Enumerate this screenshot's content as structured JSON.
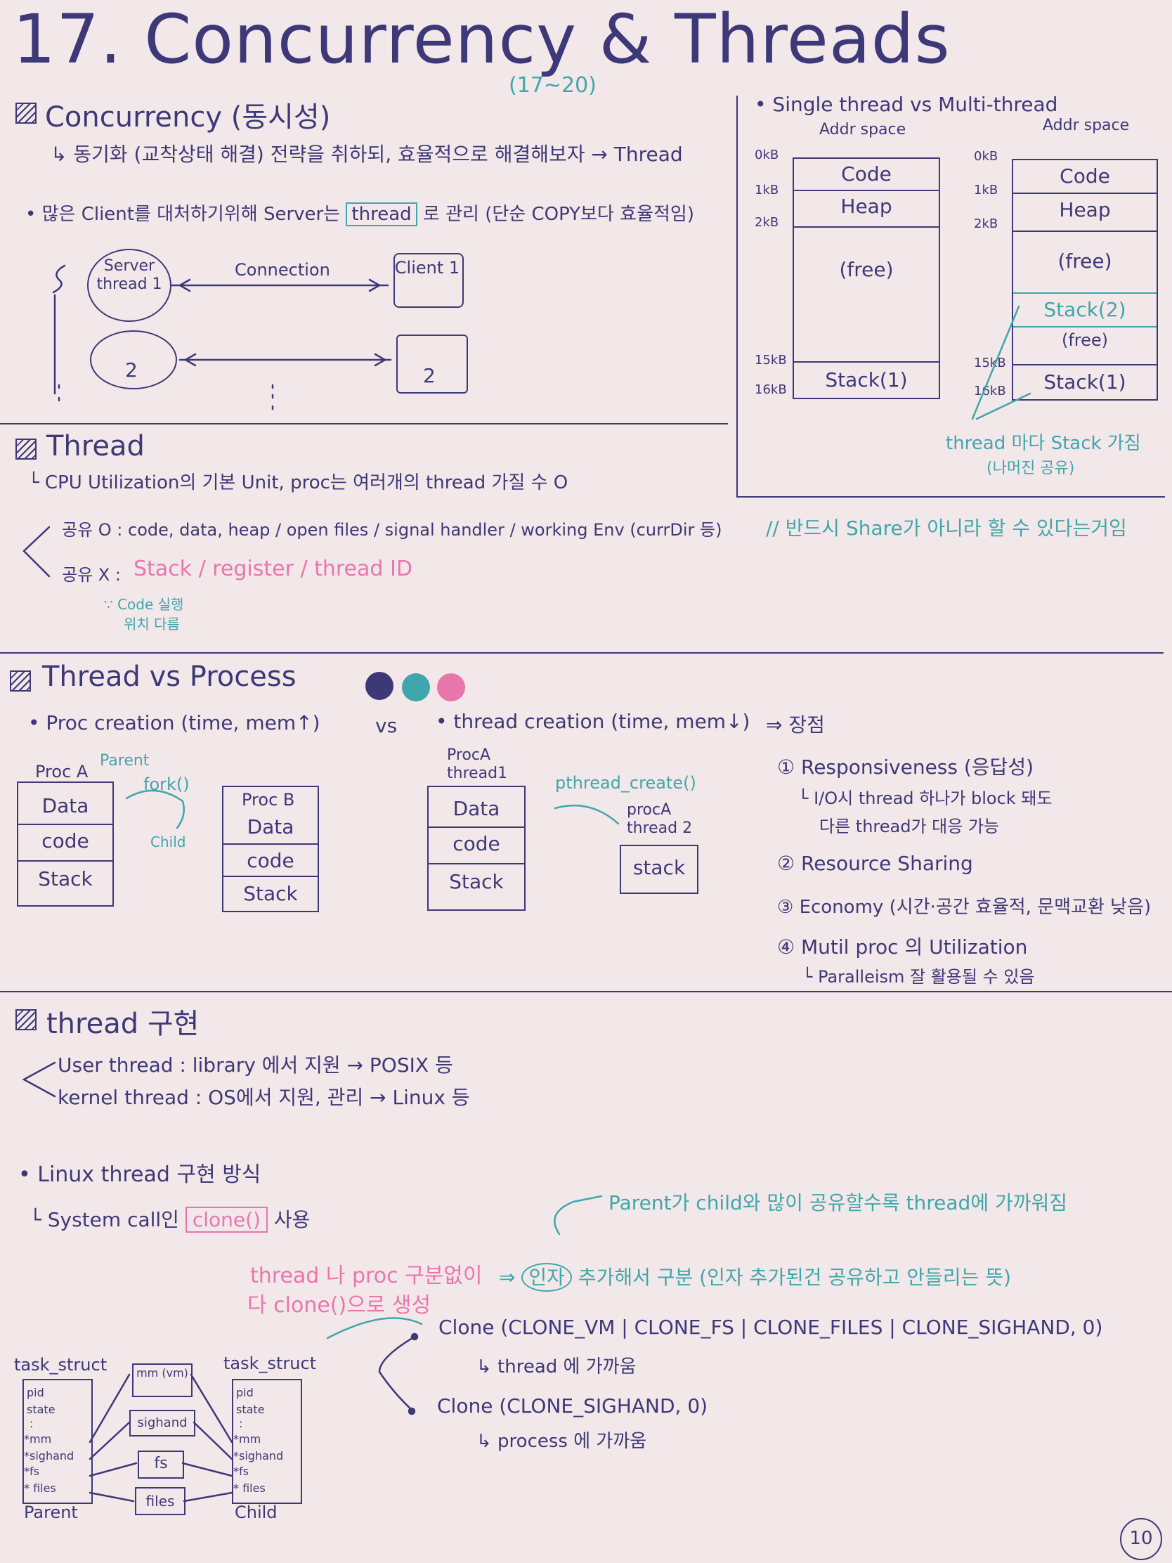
{
  "title": {
    "main": "17. Concurrency & Threads",
    "pages": "(17~20)"
  },
  "concurrency": {
    "heading": "Concurrency (동시성)",
    "line1": "↳ 동기화 (교착상태 해결) 전략을 취하되, 효율적으로 해결해보자 → Thread",
    "line2_pre": "• 많은 Client를 대처하기위해 Server는",
    "line2_box": "thread",
    "line2_post": "로 관리 (단순 COPY보다 효율적임)",
    "server1": "Server thread 1",
    "connection": "Connection",
    "client1": "Client 1",
    "server2": "2",
    "client2": "2"
  },
  "addr": {
    "header": "• Single thread   vs   Multi-thread",
    "single_title": "Addr space",
    "multi_title": "Addr space",
    "labels": [
      "0kB",
      "1kB",
      "2kB",
      "15kB",
      "16kB"
    ],
    "single_cells": [
      "Code",
      "Heap",
      "(free)",
      "Stack(1)"
    ],
    "multi_cells": [
      "Code",
      "Heap",
      "(free)",
      "Stack(2)",
      "(free)",
      "Stack(1)"
    ],
    "note1": "thread 마다 Stack 가짐",
    "note2": "(나머진 공유)"
  },
  "thread": {
    "heading": "Thread",
    "line1": "└ CPU Utilization의 기본 Unit, proc는 여러개의 thread 가질 수 O",
    "share_o": "공유 O : code, data, heap / open files / signal handler / working Env (currDir 등)",
    "share_note": "// 반드시 Share가 아니라 할 수 있다는거임",
    "share_x": "공유 X :",
    "share_x_items": "Stack / register / thread ID",
    "share_x_note1": "∵ Code 실행",
    "share_x_note2": "위치 다름"
  },
  "tvp": {
    "heading": "Thread vs Process",
    "colors": [
      "#3d3877",
      "#3fa6ab",
      "#e876ad"
    ],
    "proc_creation": "• Proc creation (time, mem↑)",
    "vs": "vs",
    "thread_creation": "• thread creation (time, mem↓)",
    "merit": "⇒ 장점",
    "procA": "Proc A",
    "parent": "Parent",
    "fork": "fork()",
    "child": "Child",
    "procB": "Proc B",
    "cells": [
      "Data",
      "code",
      "Stack"
    ],
    "procA_thread1": "ProcA thread1",
    "pthread": "pthread_create()",
    "procA_thread2": "procA thread 2",
    "stack": "stack",
    "m1": "① Responsiveness (응답성)",
    "m1a": "└ I/O시 thread 하나가 block 돼도",
    "m1b": "다른 thread가 대응 가능",
    "m2": "② Resource Sharing",
    "m3": "③ Economy (시간·공간 효율적, 문맥교환 낮음)",
    "m4": "④ Mutil proc 의 Utilization",
    "m4a": "└ Paralleism 잘 활용될 수 있음"
  },
  "impl": {
    "heading": "thread 구현",
    "user": "User thread : library 에서 지원 → POSIX 등",
    "kernel": "kernel thread : OS에서 지원, 관리 → Linux 등",
    "linux": "• Linux thread 구현 방식",
    "syscall_pre": "└ System call인",
    "clone_box": "clone()",
    "syscall_post": "사용",
    "pink1": "thread 나 proc 구분없이",
    "pink2": "다 clone()으로 생성",
    "teal_top": "Parent가 child와 많이 공유할수록 thread에 가까워짐",
    "arg_pre": "⇒",
    "arg_circle": "인자",
    "arg_post": "추가해서 구분 (인자 추가된건 공유하고 안들리는 뜻)",
    "clone1": "Clone (CLONE_VM | CLONE_FS | CLONE_FILES | CLONE_SIGHAND, 0)",
    "clone1_note": "↳ thread 에 가까움",
    "clone2": "Clone (CLONE_SIGHAND, 0)",
    "clone2_note": "↳ process 에 가까움",
    "ts_left": "task_struct",
    "ts_right": "task_struct",
    "ts_fields": [
      "pid",
      "state",
      ":",
      "*mm",
      "*sighand",
      "*fs",
      "* files"
    ],
    "ts_mid": [
      "mm (vm)",
      "sighand",
      "fs",
      "files"
    ],
    "parent": "Parent",
    "child": "Child"
  },
  "page_number": "10"
}
